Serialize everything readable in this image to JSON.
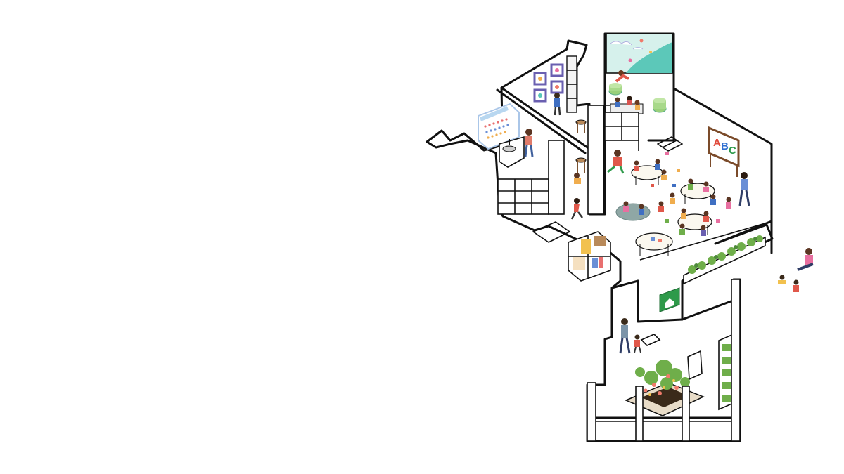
{
  "board": {
    "letters": [
      "A",
      "B",
      "C"
    ]
  },
  "colors": {
    "wall": "#111111",
    "floor": "#ffffff",
    "mural_sky": "#c9ece6",
    "mural_sea": "#57c6b8",
    "plants": "#6fae4a",
    "signage": "#2e9a4a",
    "purple_frames": "#6a5fb0",
    "wood": "#b98a5a"
  },
  "icons": [
    "house-icon-on-green-sign",
    "plant-icon",
    "person-icon"
  ]
}
